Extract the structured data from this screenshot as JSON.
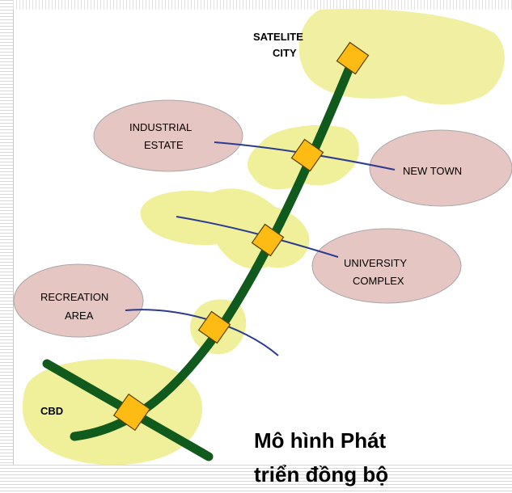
{
  "diagram": {
    "labels": {
      "satellite_city": [
        "SATELITE",
        "CITY"
      ],
      "industrial_estate": [
        "INDUSTRIAL",
        "ESTATE"
      ],
      "new_town": "NEW TOWN",
      "university_complex": [
        "UNIVERSITY",
        "COMPLEX"
      ],
      "recreation_area": [
        "RECREATION",
        "AREA"
      ],
      "cbd": "CBD"
    },
    "colors": {
      "corridor_zone": "#f0ef9a",
      "satellite_zone": "#f1f0a2",
      "satellite_blob": "#f3f2a9",
      "district_ellipse": "#e6c6c2",
      "district_outline": "#a7a7a7",
      "main_line": "#0f5a1c",
      "cross_line": "#2b3b91",
      "station_fill": "#fdbb13",
      "station_outline": "#5a4200"
    }
  },
  "caption": {
    "line1": "Mô hình Phát",
    "line2": "triển đồng bộ"
  }
}
